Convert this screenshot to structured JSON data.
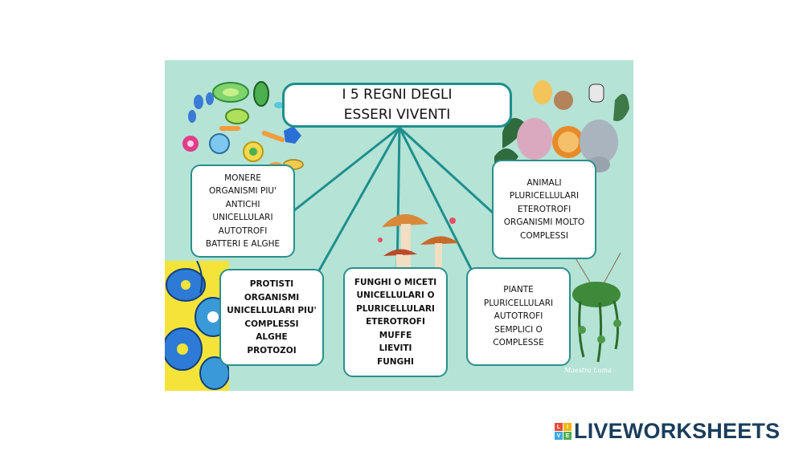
{
  "title": {
    "line1": "I 5 REGNI DEGLI",
    "line2": "ESSERI VIVENTI"
  },
  "kingdoms": [
    {
      "name": "monere",
      "lines": [
        "MONERE",
        "ORGANISMI PIU'",
        "ANTICHI",
        "UNICELLULARI",
        "AUTOTROFI",
        "BATTERI E ALGHE"
      ]
    },
    {
      "name": "protisti",
      "lines": [
        "PROTISTI",
        "ORGANISMI",
        "UNICELLULARI PIU'",
        "COMPLESSI",
        "ALGHE",
        "PROTOZOI"
      ]
    },
    {
      "name": "funghi",
      "lines": [
        "FUNGHI O MICETI",
        "UNICELLULARI O",
        "PLURICELLULARI",
        "ETEROTROFI",
        "MUFFE",
        "LIEVITI",
        "FUNGHI"
      ]
    },
    {
      "name": "piante",
      "lines": [
        "PIANTE",
        "PLURICELLULARI",
        "AUTOTROFI",
        "SEMPLICI O",
        "COMPLESSE"
      ]
    },
    {
      "name": "animali",
      "lines": [
        "ANIMALI",
        "PLURICELLULARI",
        "ETEROTROFI",
        "ORGANISMI MOLTO",
        "COMPLESSI"
      ]
    }
  ],
  "signature": "Maestra Luma",
  "brand": {
    "text": "LIVEWORKSHEETS",
    "icon_letters": [
      "L",
      "I",
      "V",
      "E"
    ]
  },
  "colors": {
    "poster_bg": "#b5e3d6",
    "connector": "#1e8f8c",
    "brand_text": "#1a3d5c",
    "icon_colors": [
      "#e84a3c",
      "#f2b705",
      "#3aa9e0",
      "#4caf50"
    ]
  }
}
